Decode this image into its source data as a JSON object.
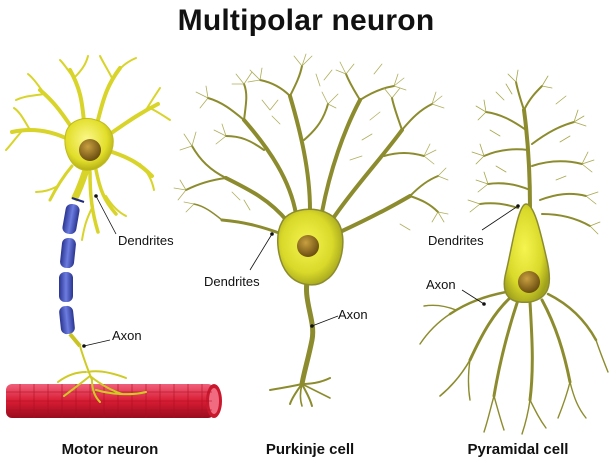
{
  "title": "Multipolar neuron",
  "cells": [
    {
      "name": "Motor neuron",
      "labels": {
        "dendrites": "Dendrites",
        "axon": "Axon"
      }
    },
    {
      "name": "Purkinje cell",
      "labels": {
        "dendrites": "Dendrites",
        "axon": "Axon"
      }
    },
    {
      "name": "Pyramidal cell",
      "labels": {
        "dendrites": "Dendrites",
        "axon": "Axon"
      }
    }
  ],
  "colors": {
    "motor_body": "#e6e236",
    "olive_body": "#cfd228",
    "olive_branch": "#8c8c2e",
    "nucleus": "#8a6a1c",
    "myelin": "#3f4fb8",
    "muscle": "#e02a40"
  }
}
